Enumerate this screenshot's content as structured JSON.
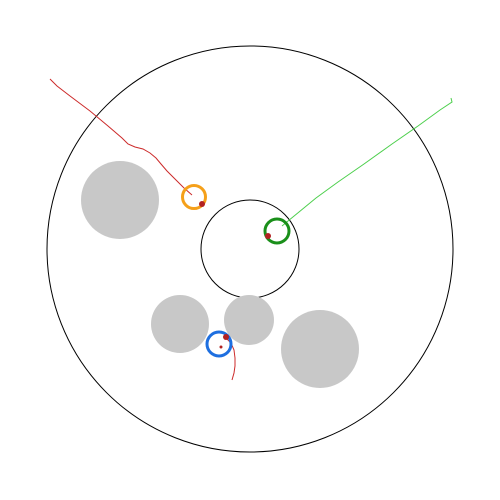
{
  "scene": {
    "background_color": "#ffffff",
    "arena_color": "#000000",
    "obstacle_color": "#c8c8c8",
    "trail_marker_color": "#b22222"
  },
  "agents": [
    {
      "id": "agent-orange",
      "ring_color": "#f5a01a",
      "trail_color": "#cc2a2a",
      "marker_color": "#b22222"
    },
    {
      "id": "agent-green",
      "ring_color": "#1a8f1a",
      "trail_color": "#4ccf4c",
      "marker_color": "#b22222"
    },
    {
      "id": "agent-blue",
      "ring_color": "#1e6fe0",
      "trail_color": "#cc2a2a",
      "marker_color": "#b22222"
    }
  ],
  "obstacles": [
    {
      "id": "obstacle-left-large"
    },
    {
      "id": "obstacle-center-left"
    },
    {
      "id": "obstacle-center-right"
    },
    {
      "id": "obstacle-bottom-right"
    }
  ]
}
